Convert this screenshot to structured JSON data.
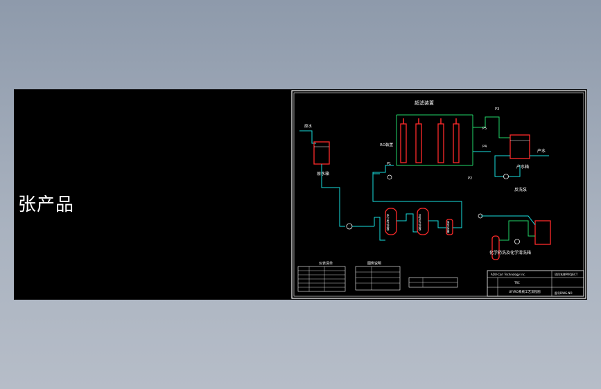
{
  "viewport": {
    "side_label": "张产品",
    "colors": {
      "background": "#000000",
      "frame": "#ffffff",
      "vessel": "#ff2a2a",
      "pipe_cyan": "#18e0e0",
      "pipe_green": "#22d96a",
      "page": "#9aa5b4"
    }
  },
  "drawing": {
    "labels": {
      "title_top": "超滤装置",
      "raw_water": "原水",
      "raw_tank": "原水箱",
      "ro_device": "RO装置",
      "product_water": "产水",
      "product_tank": "产水箱",
      "backwash_pump": "反洗泵",
      "chem_line": "化学药洗及化学清洗箱",
      "filter_1": "多介质过滤器",
      "filter_2": "活性炭过滤器",
      "filter_3": "保安过滤器",
      "tag_p1": "P1",
      "tag_p2": "P2",
      "tag_p3": "P3",
      "tag_p4": "P4",
      "tag_p5": "P5"
    },
    "table_titles": {
      "left": "仪表清单",
      "middle": "图例说明"
    },
    "title_block": {
      "company": "ADU-Carl Technology Inc.",
      "code": "TRC",
      "drawing_title": "UF/RO系统工艺流程图",
      "project": "项目名称PROJECT",
      "drawing_no": "图号DWG.NO"
    }
  }
}
